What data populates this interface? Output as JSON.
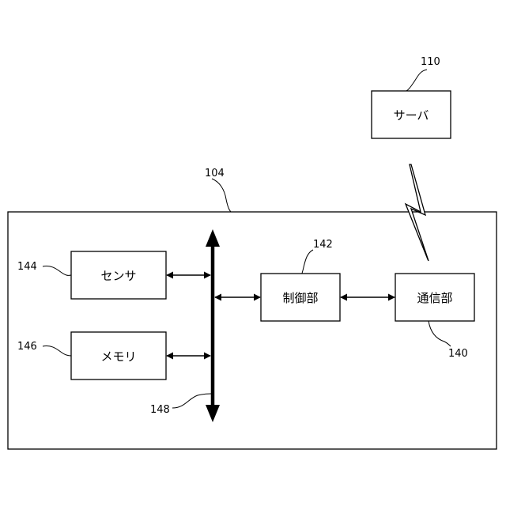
{
  "diagram": {
    "server": {
      "label": "サーバ",
      "ref": "110"
    },
    "device": {
      "ref": "104"
    },
    "sensor": {
      "label": "センサ",
      "ref": "144"
    },
    "memory": {
      "label": "メモリ",
      "ref": "146"
    },
    "controller": {
      "label": "制御部",
      "ref": "142"
    },
    "communication": {
      "label": "通信部",
      "ref": "140"
    },
    "bus": {
      "ref": "148"
    }
  }
}
